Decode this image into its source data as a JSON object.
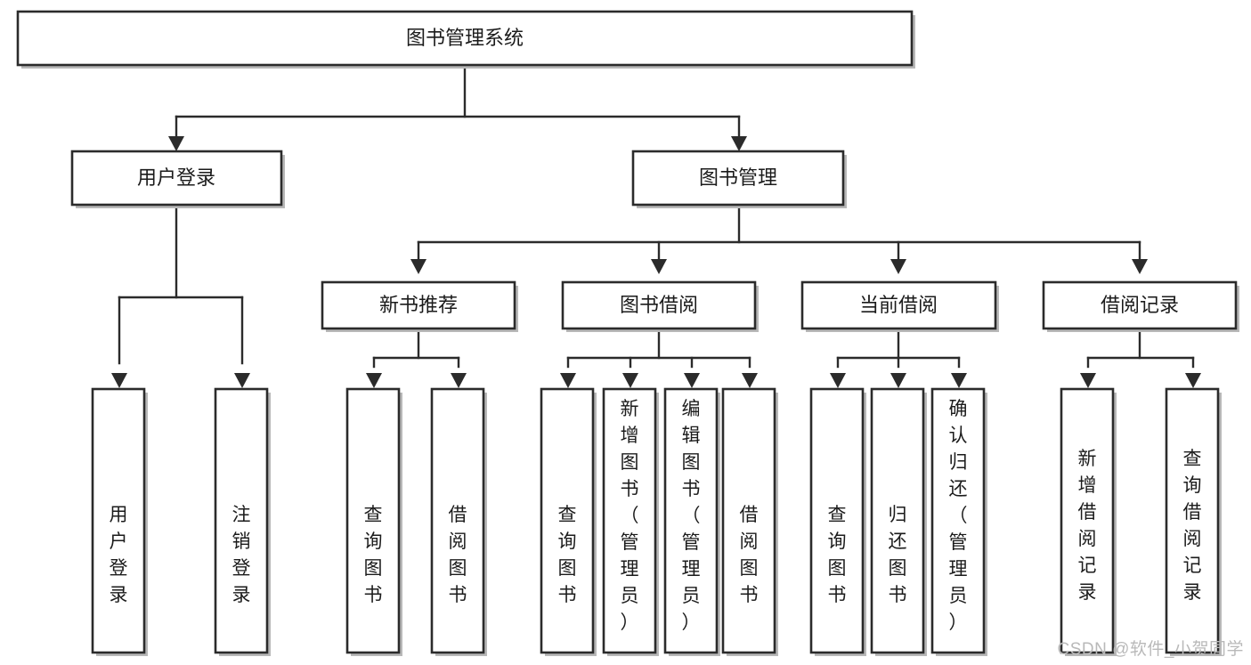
{
  "diagram": {
    "type": "tree",
    "title": "图书管理系统",
    "watermark": "CSDN @软件_小贺同学",
    "colors": {
      "box_stroke": "#2b2b2b",
      "box_fill": "#ffffff",
      "connector": "#2b2b2b",
      "text": "#1b1b1b",
      "watermark": "#b9b9b9",
      "background": "#ffffff"
    },
    "levels": [
      {
        "level": 1,
        "orientation": "horizontal",
        "nodes": [
          {
            "id": "root",
            "label": "图书管理系统"
          }
        ]
      },
      {
        "level": 2,
        "orientation": "horizontal",
        "nodes": [
          {
            "id": "login",
            "label": "用户登录",
            "parent": "root"
          },
          {
            "id": "bookmgmt",
            "label": "图书管理",
            "parent": "root"
          }
        ]
      },
      {
        "level": 3,
        "orientation": "horizontal",
        "nodes": [
          {
            "id": "newbook",
            "label": "新书推荐",
            "parent": "bookmgmt"
          },
          {
            "id": "borrow",
            "label": "图书借阅",
            "parent": "bookmgmt"
          },
          {
            "id": "current",
            "label": "当前借阅",
            "parent": "bookmgmt"
          },
          {
            "id": "record",
            "label": "借阅记录",
            "parent": "bookmgmt"
          }
        ]
      },
      {
        "level": 4,
        "orientation": "vertical",
        "nodes": [
          {
            "id": "leaf1",
            "label": "用户登录",
            "parent": "login"
          },
          {
            "id": "leaf2",
            "label": "注销登录",
            "parent": "login"
          },
          {
            "id": "leaf3",
            "label": "查询图书",
            "parent": "newbook"
          },
          {
            "id": "leaf4",
            "label": "借阅图书",
            "parent": "newbook"
          },
          {
            "id": "leaf5",
            "label": "查询图书",
            "parent": "borrow"
          },
          {
            "id": "leaf6",
            "label": "新增图书（管理员）",
            "parent": "borrow"
          },
          {
            "id": "leaf7",
            "label": "编辑图书（管理员）",
            "parent": "borrow"
          },
          {
            "id": "leaf8",
            "label": "借阅图书",
            "parent": "borrow"
          },
          {
            "id": "leaf9",
            "label": "查询图书",
            "parent": "current"
          },
          {
            "id": "leaf10",
            "label": "归还图书",
            "parent": "current"
          },
          {
            "id": "leaf11",
            "label": "确认归还（管理员）",
            "parent": "current"
          },
          {
            "id": "leaf12",
            "label": "新增借阅记录",
            "parent": "record"
          },
          {
            "id": "leaf13",
            "label": "查询借阅记录",
            "parent": "record"
          }
        ]
      }
    ]
  }
}
